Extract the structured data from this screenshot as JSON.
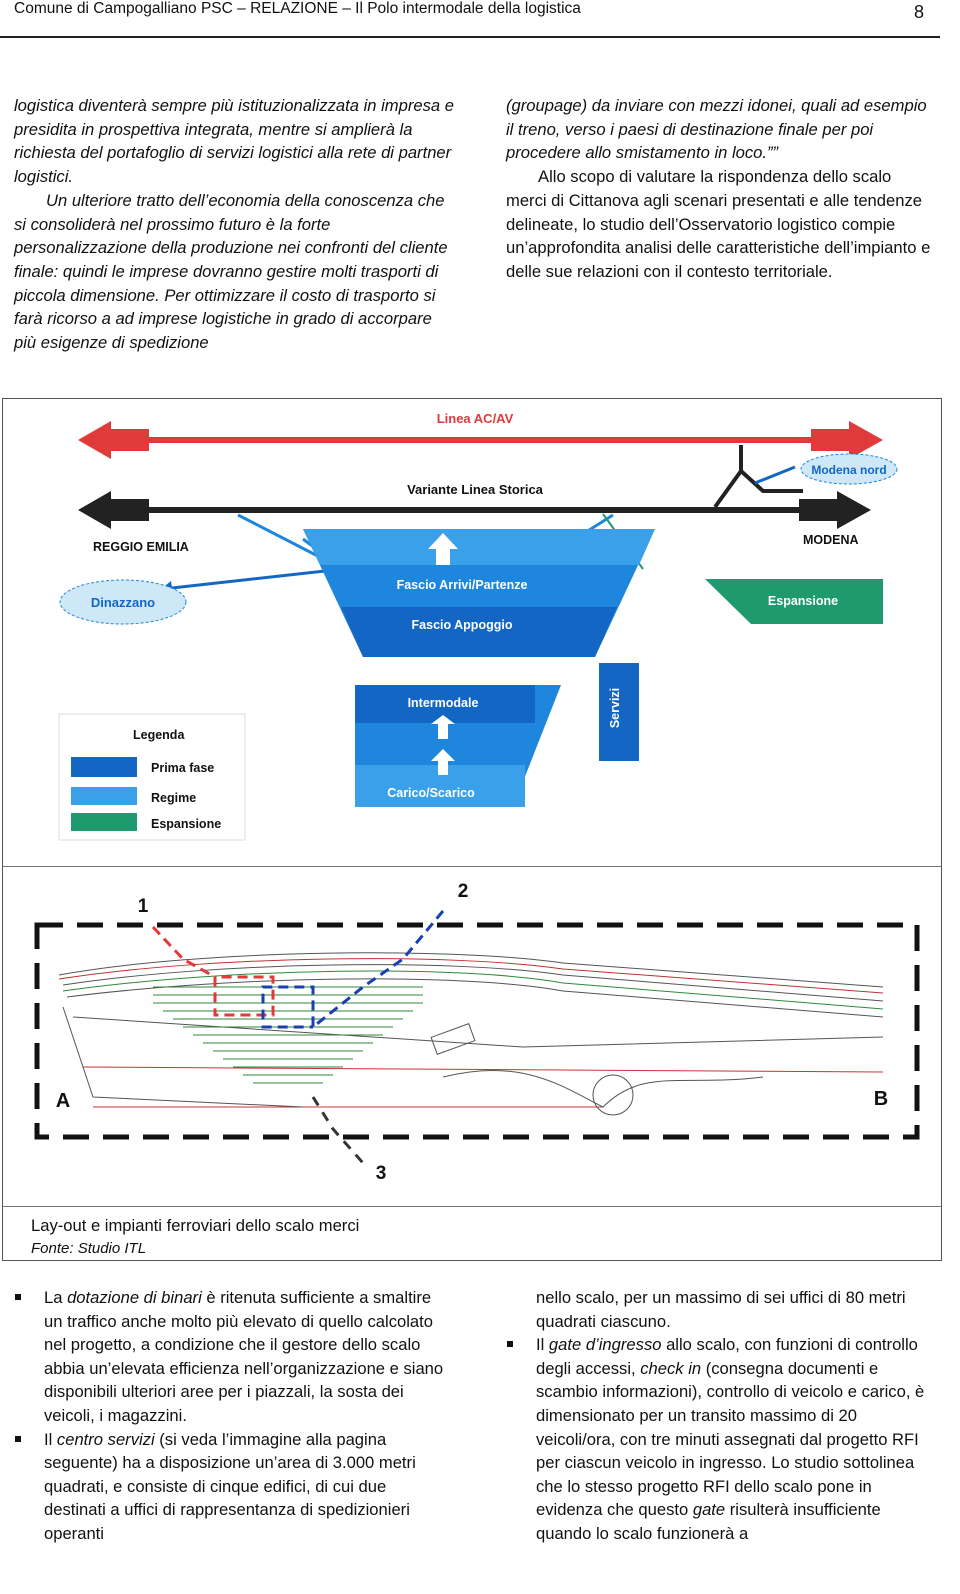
{
  "header": {
    "title": "Comune di Campogalliano PSC – RELAZIONE – Il Polo intermodale della logistica",
    "page_number": "8"
  },
  "left_column": {
    "p1": "logistica diventerà sempre più istituzionalizzata in impresa e presidita in prospettiva integrata, mentre si amplierà la richiesta del portafoglio di servizi logistici alla rete di partner logistici.",
    "p2": "Un ulteriore tratto dell’economia della conoscenza che si consoliderà nel prossimo futuro è la forte personalizzazione della produzione nei confronti del cliente finale: quindi le imprese dovranno gestire molti trasporti di piccola dimensione. Per ottimizzare il costo di trasporto si farà ricorso a ad imprese logistiche in grado di accorpare più esigenze di spedizione"
  },
  "right_column": {
    "p1": "(groupage) da inviare con mezzi idonei, quali ad esempio il treno, verso i paesi di destinazione finale per poi procedere allo smistamento in loco.””",
    "p2": "Allo scopo di valutare la rispondenza dello scalo merci di Cittanova agli scenari presentati e alle tendenze delineate, lo studio dell’Osservatorio logistico compie un’approfondita analisi delle caratteristiche dell’impianto e delle sue relazioni con il contesto territoriale."
  },
  "diagram": {
    "linea_acav": "Linea AC/AV",
    "variante": "Variante Linea Storica",
    "reggio": "REGGIO EMILIA",
    "modena": "MODENA",
    "modena_nord": "Modena nord",
    "dinazzano": "Dinazzano",
    "fascio_arrivi": "Fascio Arrivi/Partenze",
    "fascio_appoggio": "Fascio Appoggio",
    "espansione": "Espansione",
    "intermodale": "Intermodale",
    "carico": "Carico/Scarico",
    "servizi": "Servizi",
    "legenda": "Legenda",
    "legend_items": [
      "Prima fase",
      "Regime",
      "Espansione"
    ],
    "colors": {
      "red": "#e03a3a",
      "black": "#222222",
      "blue_dark": "#1466c4",
      "blue_mid": "#1f86de",
      "blue_light": "#3aa0ea",
      "green": "#1e9a6e",
      "oval": "#cfe8f7"
    }
  },
  "plan": {
    "label_1": "1",
    "label_2": "2",
    "label_3": "3",
    "label_a": "A",
    "label_b": "B"
  },
  "caption": {
    "title": "Lay-out e impianti ferroviari dello scalo merci",
    "source": "Fonte: Studio ITL"
  },
  "bullets_left": {
    "b1_pre": "La ",
    "b1_em": "dotazione di binari",
    "b1_post": " è ritenuta sufficiente a smaltire un traffico anche molto più elevato di quello calcolato nel progetto, a condizione che il gestore dello scalo abbia un’elevata efficienza nell’organizzazione e siano disponibili ulteriori aree per i piazzali, la sosta dei veicoli, i magazzini.",
    "b2_pre": "Il ",
    "b2_em": "centro servizi",
    "b2_post": " (si veda l’immagine alla pagina seguente) ha a disposizione un’area di 3.000 metri quadrati, e consiste di cinque edifici, di cui due destinati a uffici di rappresentanza di spedizionieri operanti"
  },
  "bullets_right": {
    "cont": "nello scalo, per un massimo di sei uffici di 80 metri quadrati ciascuno.",
    "b3_pre": "Il ",
    "b3_em": "gate d’ingresso",
    "b3_mid": " allo scalo, con funzioni di controllo degli accessi, ",
    "b3_em2": "check in",
    "b3_mid2": " (consegna documenti e scambio informazioni), controllo di veicolo e carico, è dimensionato per un transito massimo di 20 veicoli/ora, con tre minuti assegnati dal progetto RFI per ciascun veicolo in ingresso. Lo studio sottolinea che lo stesso progetto RFI dello scalo pone in evidenza che questo ",
    "b3_em3": "gate",
    "b3_post": " risulterà insufficiente quando lo scalo funzionerà a"
  }
}
